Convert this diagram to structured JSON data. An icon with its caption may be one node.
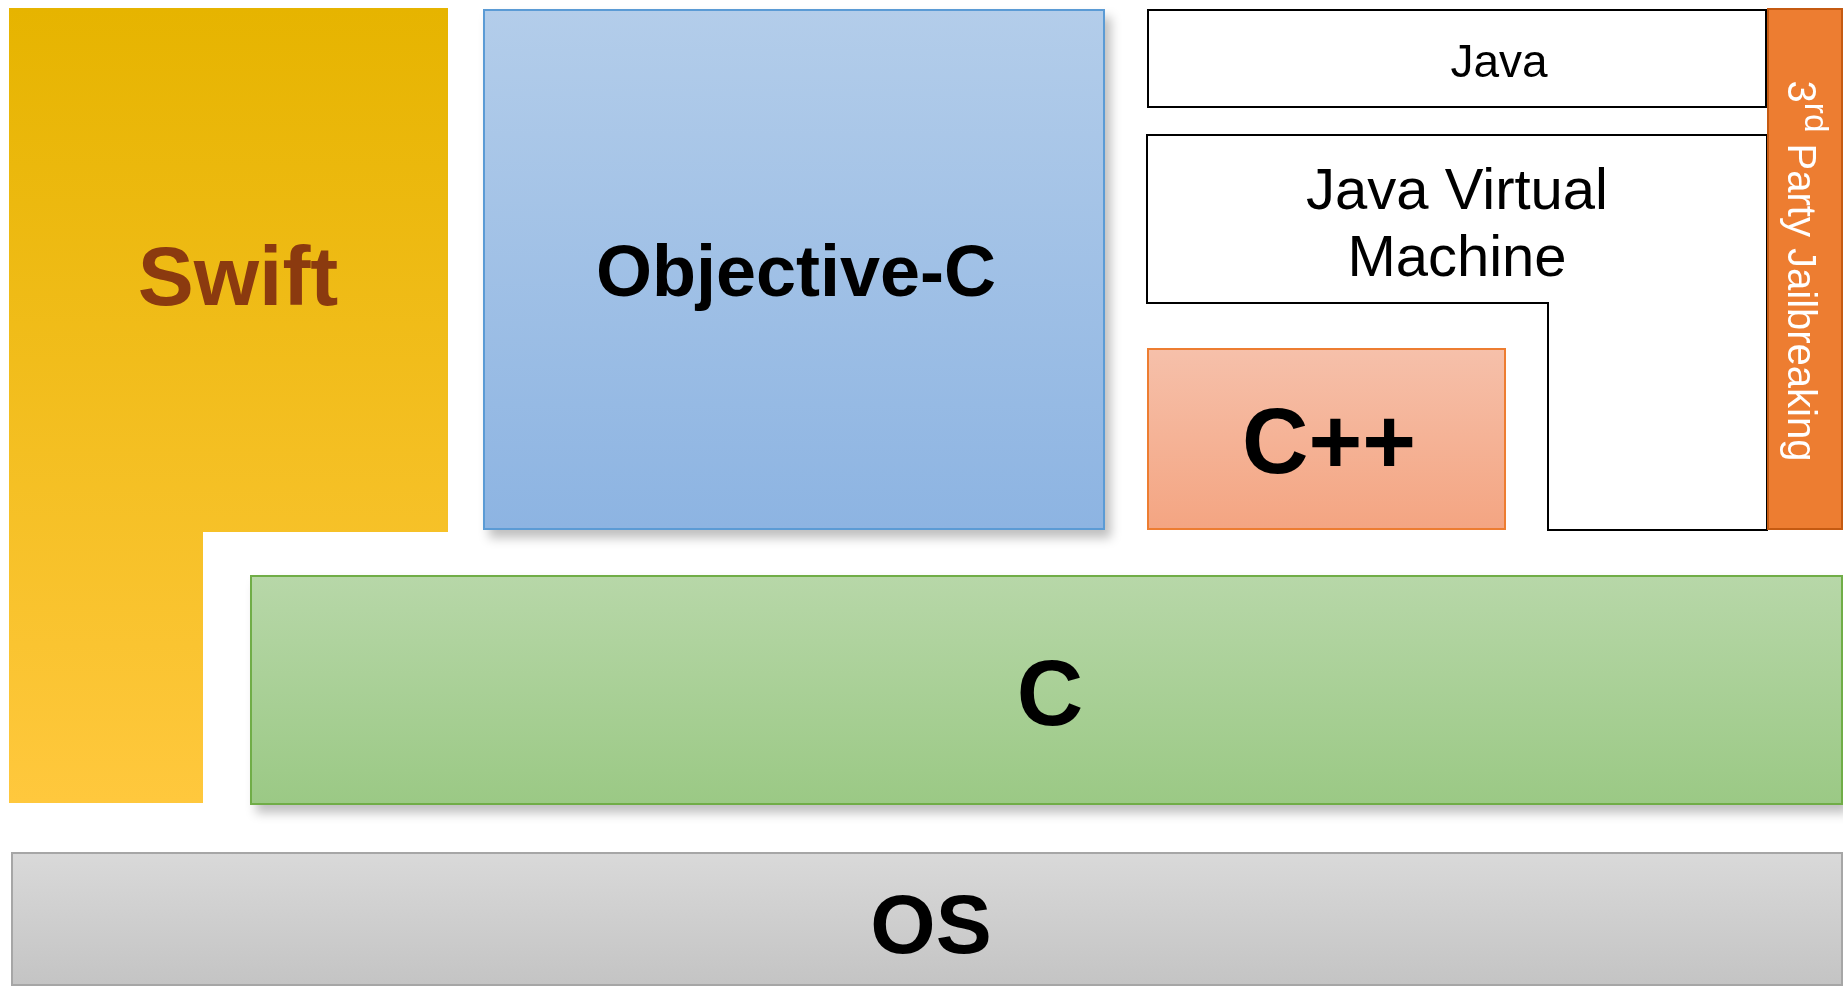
{
  "diagram": {
    "nodes": [
      {
        "text": [
          "Swift"
        ]
      },
      {
        "text": [
          "Objective-C"
        ]
      },
      {
        "text": [
          "Java"
        ]
      },
      {
        "text": [
          "Java Virtual Machine"
        ]
      },
      {
        "text": [
          "C++"
        ]
      },
      {
        "text": [
          "3$^{rd}$ Party Jailbreaking"
        ]
      },
      {
        "text": [
          "C"
        ]
      },
      {
        "text": [
          "OS"
        ]
      }
    ]
  }
}
